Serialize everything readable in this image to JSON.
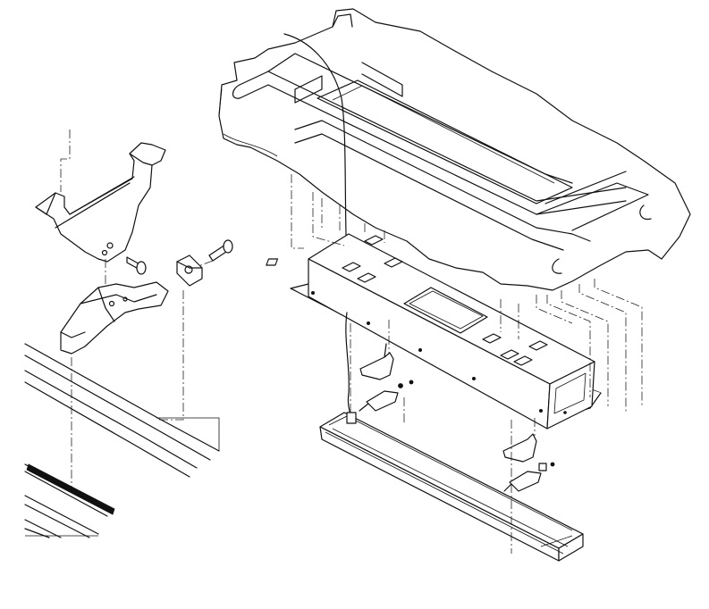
{
  "diagram": {
    "kind": "exploded-assembly-line-drawing",
    "colors": {
      "line": "#111111",
      "background": "#ffffff"
    },
    "parts": [
      "vehicle-frame",
      "wire-harness",
      "housing-box",
      "hanger-bracket",
      "bolt",
      "cage-nut",
      "mount-foot",
      "mounting-clip",
      "light-bar",
      "rail-section"
    ]
  }
}
